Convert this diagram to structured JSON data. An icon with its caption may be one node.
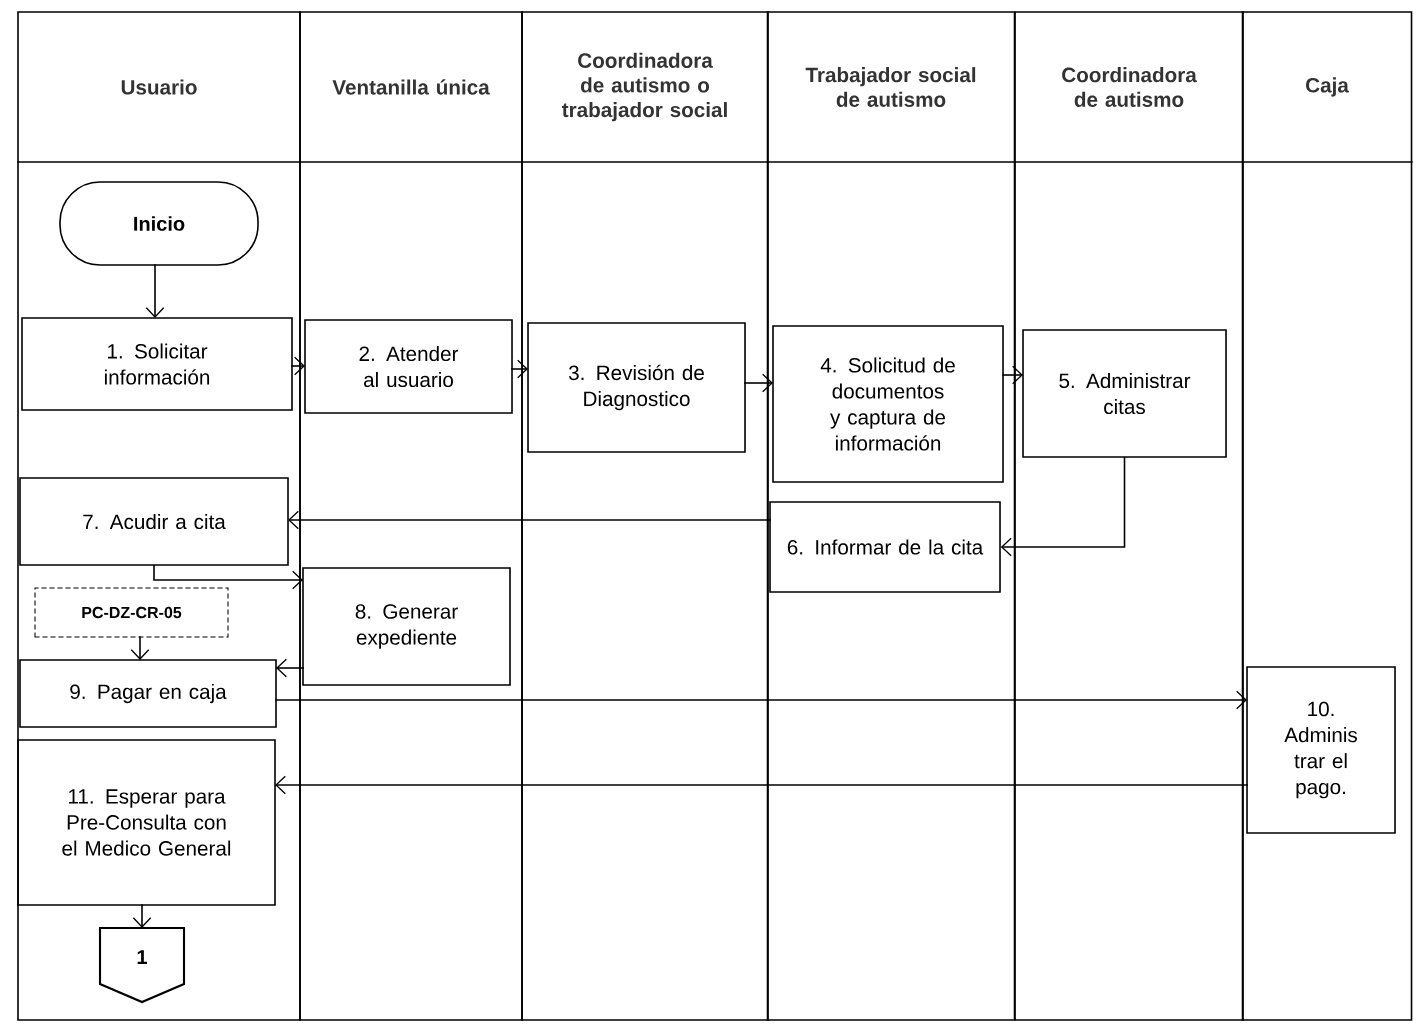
{
  "diagram": {
    "nodes": [
      {
        "text": [
          "Usuario"
        ]
      },
      {
        "text": [
          "Ventanilla única"
        ]
      },
      {
        "text": [
          "Coordinadora de autismo o trabajador social"
        ]
      },
      {
        "text": [
          "Trabajador social de autismo"
        ]
      },
      {
        "text": [
          "Coordinadora de autismo"
        ]
      },
      {
        "text": [
          "Caja"
        ]
      },
      {
        "text": [
          "Inicio"
        ],
        "in": 0
      },
      {
        "text": [
          "1. Solicitar información"
        ],
        "in": 0
      },
      {
        "text": [
          "2. Atender al usuario"
        ],
        "in": 1
      },
      {
        "text": [
          "3. Revisión de Diagnostico"
        ],
        "in": 2
      },
      {
        "text": [
          "4. Solicitud de documentos y captura de información"
        ],
        "in": 3
      },
      {
        "text": [
          "5. Administrar citas"
        ],
        "in": 4
      },
      {
        "text": [
          "7. Acudir a cita"
        ],
        "in": 0
      },
      {
        "text": [
          "6. Informar de la cita"
        ],
        "in": 3
      },
      {
        "text": [
          "8. Generar expediente"
        ],
        "in": 1
      },
      {
        "text": [
          "PC-DZ-CR-05"
        ],
        "in": 0
      },
      {
        "text": [
          "9. Pagar en caja"
        ],
        "in": 0
      },
      {
        "text": [
          "10. Adminis trar el pago."
        ],
        "in": 5
      },
      {
        "text": [
          "11. Esperar para Pre-Consulta con el Medico General"
        ],
        "in": 0
      },
      {
        "text": [
          "1"
        ],
        "in": 0
      }
    ],
    "edges": [
      {
        "from": 6,
        "to": 7,
        "arrow": "to"
      },
      {
        "from": 7,
        "to": 8,
        "arrow": "to"
      },
      {
        "from": 8,
        "to": 9,
        "arrow": "to"
      },
      {
        "from": 9,
        "to": 10,
        "arrow": "to"
      },
      {
        "from": 10,
        "to": 11,
        "arrow": "to"
      },
      {
        "from": 11,
        "to": 13,
        "arrow": "to"
      },
      {
        "from": 13,
        "to": 12,
        "arrow": "to"
      },
      {
        "from": 12,
        "to": 14,
        "arrow": "to"
      },
      {
        "from": 15,
        "to": 16,
        "arrow": "to"
      },
      {
        "from": 14,
        "to": 16,
        "arrow": "to"
      },
      {
        "from": 16,
        "to": 17,
        "arrow": "to"
      },
      {
        "from": 17,
        "to": 18,
        "arrow": "to"
      },
      {
        "from": 18,
        "to": 19,
        "arrow": "to"
      }
    ]
  }
}
